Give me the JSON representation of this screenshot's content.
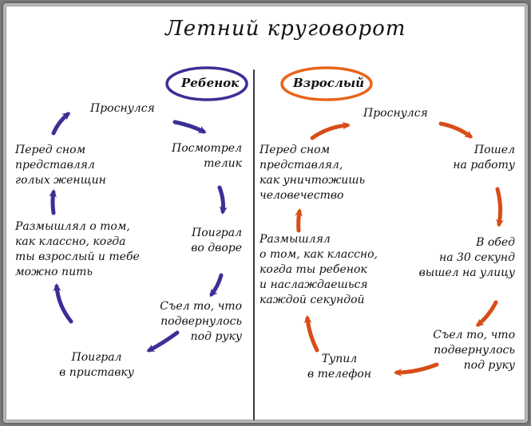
{
  "title": "Летний круговорот",
  "colors": {
    "child": "#3b2f96",
    "adult": "#e8641a",
    "adult_dark": "#c5411a"
  },
  "child": {
    "label": "Ребенок",
    "steps": {
      "woke_up": "Проснулся",
      "watched_tv": [
        "Посмотрел",
        "телик"
      ],
      "played_outside": [
        "Поиграл",
        "во дворе"
      ],
      "ate": [
        "Съел то, что",
        "подвернулось",
        "под руку"
      ],
      "played_console": [
        "Поиграл",
        "в приставку"
      ],
      "thought": [
        "Размышлял о том,",
        "как классно, когда",
        "ты взрослый и тебе",
        "можно пить"
      ],
      "before_sleep": [
        "Перед сном",
        "представлял",
        "голых женщин"
      ]
    }
  },
  "adult": {
    "label": "Взрослый",
    "steps": {
      "woke_up": "Проснулся",
      "went_work": [
        "Пошел",
        "на работу"
      ],
      "lunch": [
        "В обед",
        "на 30 секунд",
        "вышел на улицу"
      ],
      "ate": [
        "Съел то, что",
        "подвернулось",
        "под руку"
      ],
      "phone": [
        "Тупил",
        "в телефон"
      ],
      "thought": [
        "Размышлял",
        "о том, как классно,",
        "когда ты ребенок",
        "и наслаждаешься",
        "каждой секундой"
      ],
      "before_sleep": [
        "Перед сном",
        "представлял,",
        "как уничтожишь",
        "человечество"
      ]
    }
  }
}
